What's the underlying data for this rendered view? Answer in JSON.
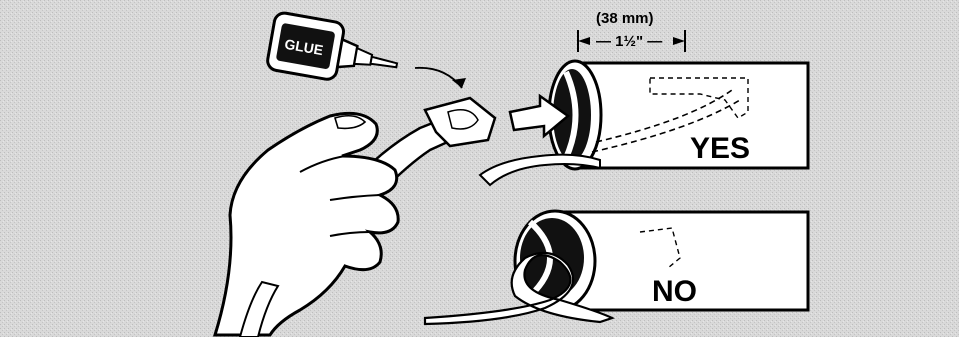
{
  "glue_bottle_label": "GLUE",
  "dimension_metric": "(38 mm)",
  "dimension_imperial": "— 1½\" —",
  "tube_top_label": "YES",
  "tube_bottom_label": "NO",
  "colors": {
    "ink": "#000000",
    "paper": "#ffffff",
    "background": "#d6d6d6"
  }
}
